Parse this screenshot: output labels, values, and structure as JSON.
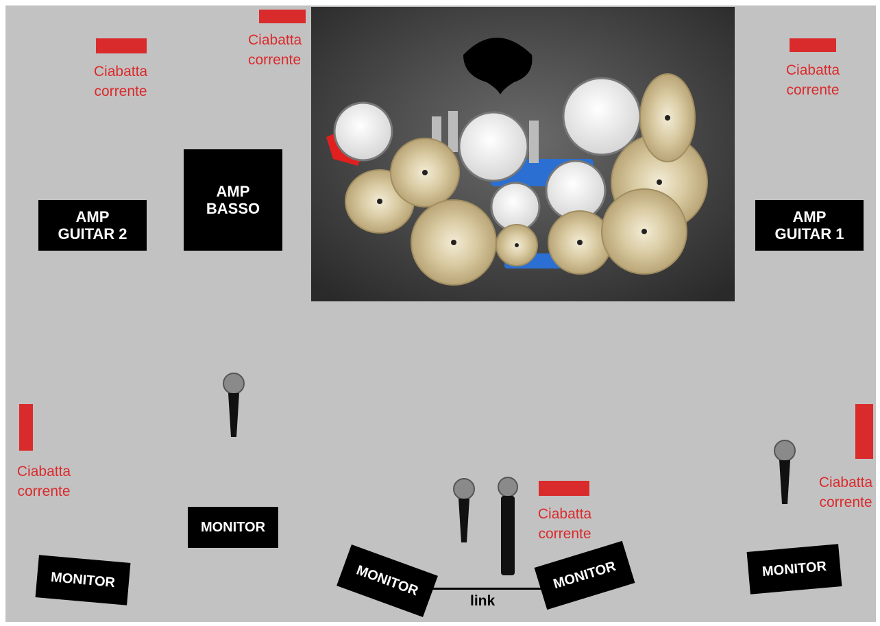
{
  "power_strip_label": [
    "Ciabatta",
    "corrente"
  ],
  "power_strip_color": "#d92b2b",
  "amps": {
    "guitar2": [
      "AMP",
      "GUITAR 2"
    ],
    "basso": [
      "AMP",
      "BASSO"
    ],
    "guitar1": [
      "AMP",
      "GUITAR 1"
    ]
  },
  "monitor_label": "MONITOR",
  "link_label": "link",
  "icons": [
    "drum-kit-icon",
    "microphone-icon",
    "wireless-microphone-icon"
  ]
}
